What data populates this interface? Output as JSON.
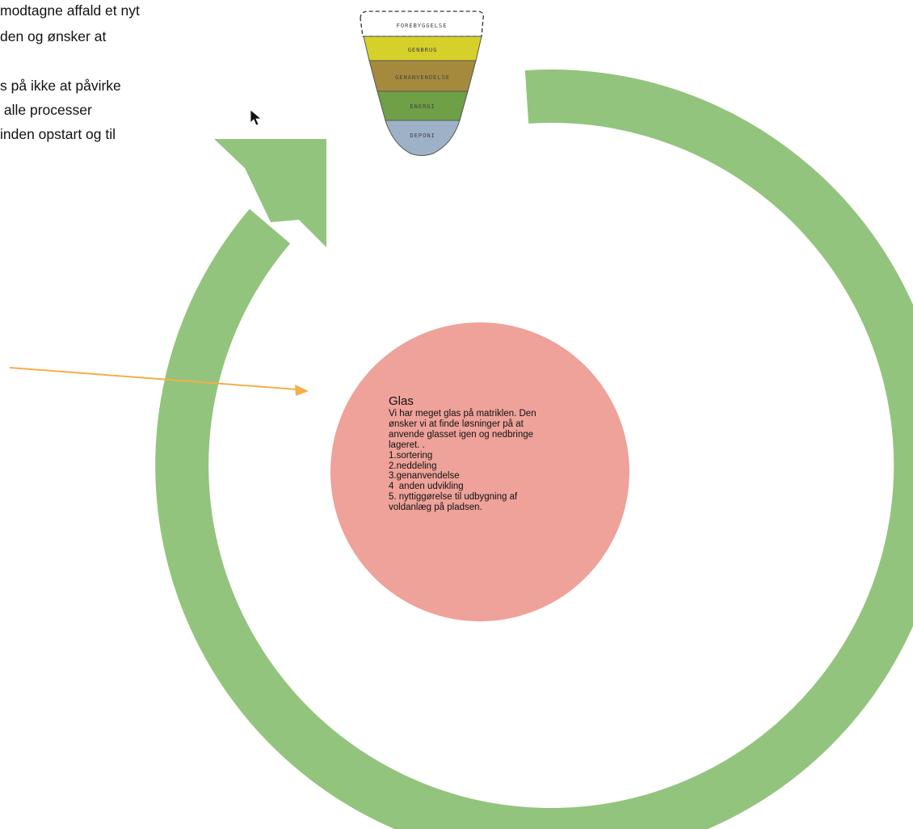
{
  "intro_lines": [
    "modtagne affald et nyt",
    "den og ønsker at",
    "s på ikke at påvirke",
    " alle processer",
    "inden opstart og til"
  ],
  "pyramid": {
    "levels": [
      {
        "label": "FOREBYGGELSE",
        "color": "#ffffff"
      },
      {
        "label": "GENBRUG",
        "color": "#d6d12a"
      },
      {
        "label": "GENANVENDELSE",
        "color": "#a58a3e"
      },
      {
        "label": "ENERGI",
        "color": "#6fa048"
      },
      {
        "label": "DEPONI",
        "color": "#9db2c7"
      }
    ]
  },
  "center_circle": {
    "title": "Glas",
    "lines": [
      "Vi har meget glas på matriklen. Den",
      "ønsker vi at finde løsninger på at",
      "anvende glasset igen og nedbringe",
      "lageret. .",
      "1.sortering",
      "2.neddeling",
      "3.genanvendelse",
      "4  anden udvikling",
      "5. nyttiggørelse til udbygning af",
      "voldanlæg på pladsen."
    ],
    "color": "#eea29a"
  },
  "colors": {
    "cycle_arrow": "#93c47d",
    "pointer_arrow": "#f6ae49",
    "text": "#111111"
  },
  "icons": {
    "cursor": "mouse-pointer-icon"
  }
}
